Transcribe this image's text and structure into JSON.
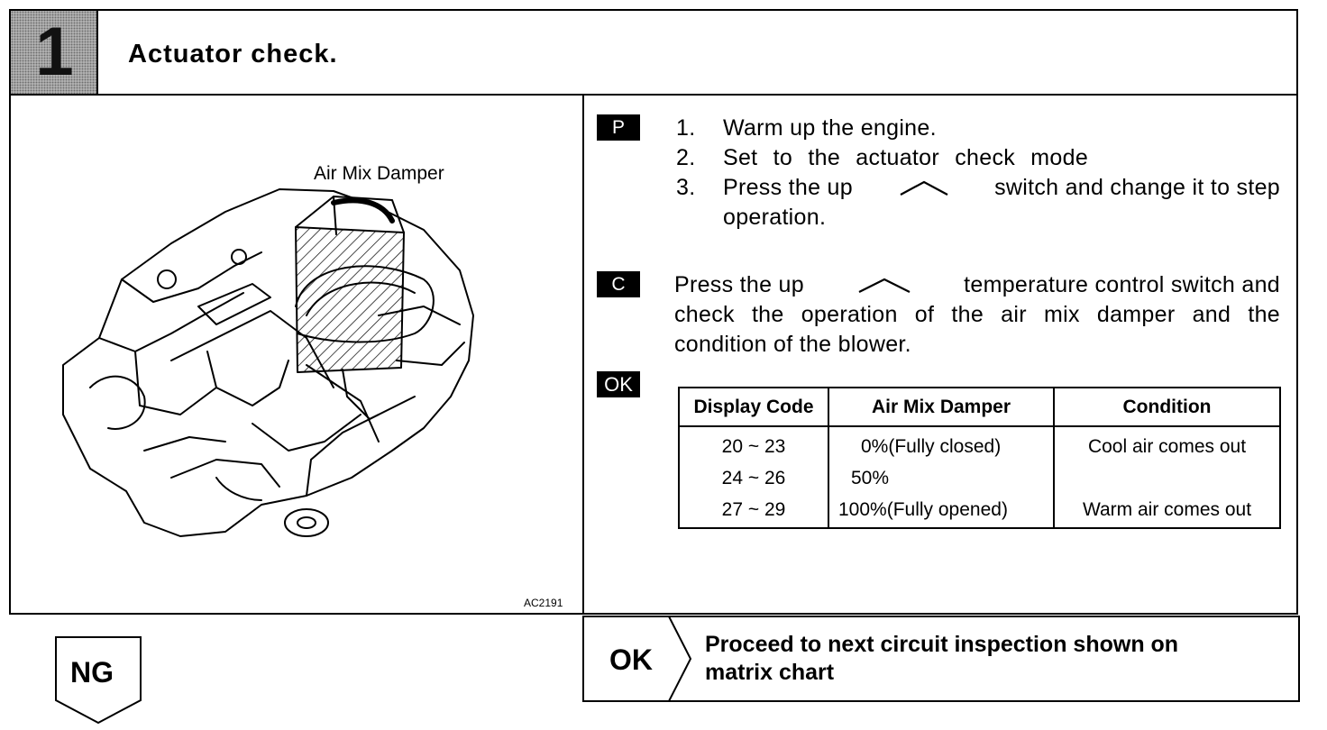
{
  "header": {
    "step_number": "1",
    "title": "Actuator check."
  },
  "figure": {
    "label": "Air Mix Damper",
    "code": "AC2191"
  },
  "tags": {
    "p": "P",
    "c": "C",
    "ok": "OK"
  },
  "procedure": {
    "steps": [
      {
        "num": "1.",
        "text": "Warm up the engine."
      },
      {
        "num": "2.",
        "text": "Set to the actuator check mode"
      },
      {
        "num": "3.",
        "text_before": "Press the up",
        "text_after": "switch and change it to step",
        "text_cont": "operation."
      }
    ]
  },
  "check": {
    "line1_before": "Press the up",
    "line1_after": "temperature control switch and",
    "line2": "check the operation of the air mix damper and the",
    "line3": "condition of the blower."
  },
  "table": {
    "headers": [
      "Display Code",
      "Air Mix Damper",
      "Condition"
    ],
    "rows": [
      [
        "20 ~ 23",
        "0%(Fully closed)",
        "Cool air comes out"
      ],
      [
        "24 ~ 26",
        "50%",
        ""
      ],
      [
        "27 ~ 29",
        "100%(Fully opened)",
        "Warm air comes out"
      ]
    ]
  },
  "footer": {
    "ng_label": "NG",
    "ok_label": "OK",
    "ok_text_line1": "Proceed to next circuit inspection shown on",
    "ok_text_line2": "matrix chart"
  }
}
